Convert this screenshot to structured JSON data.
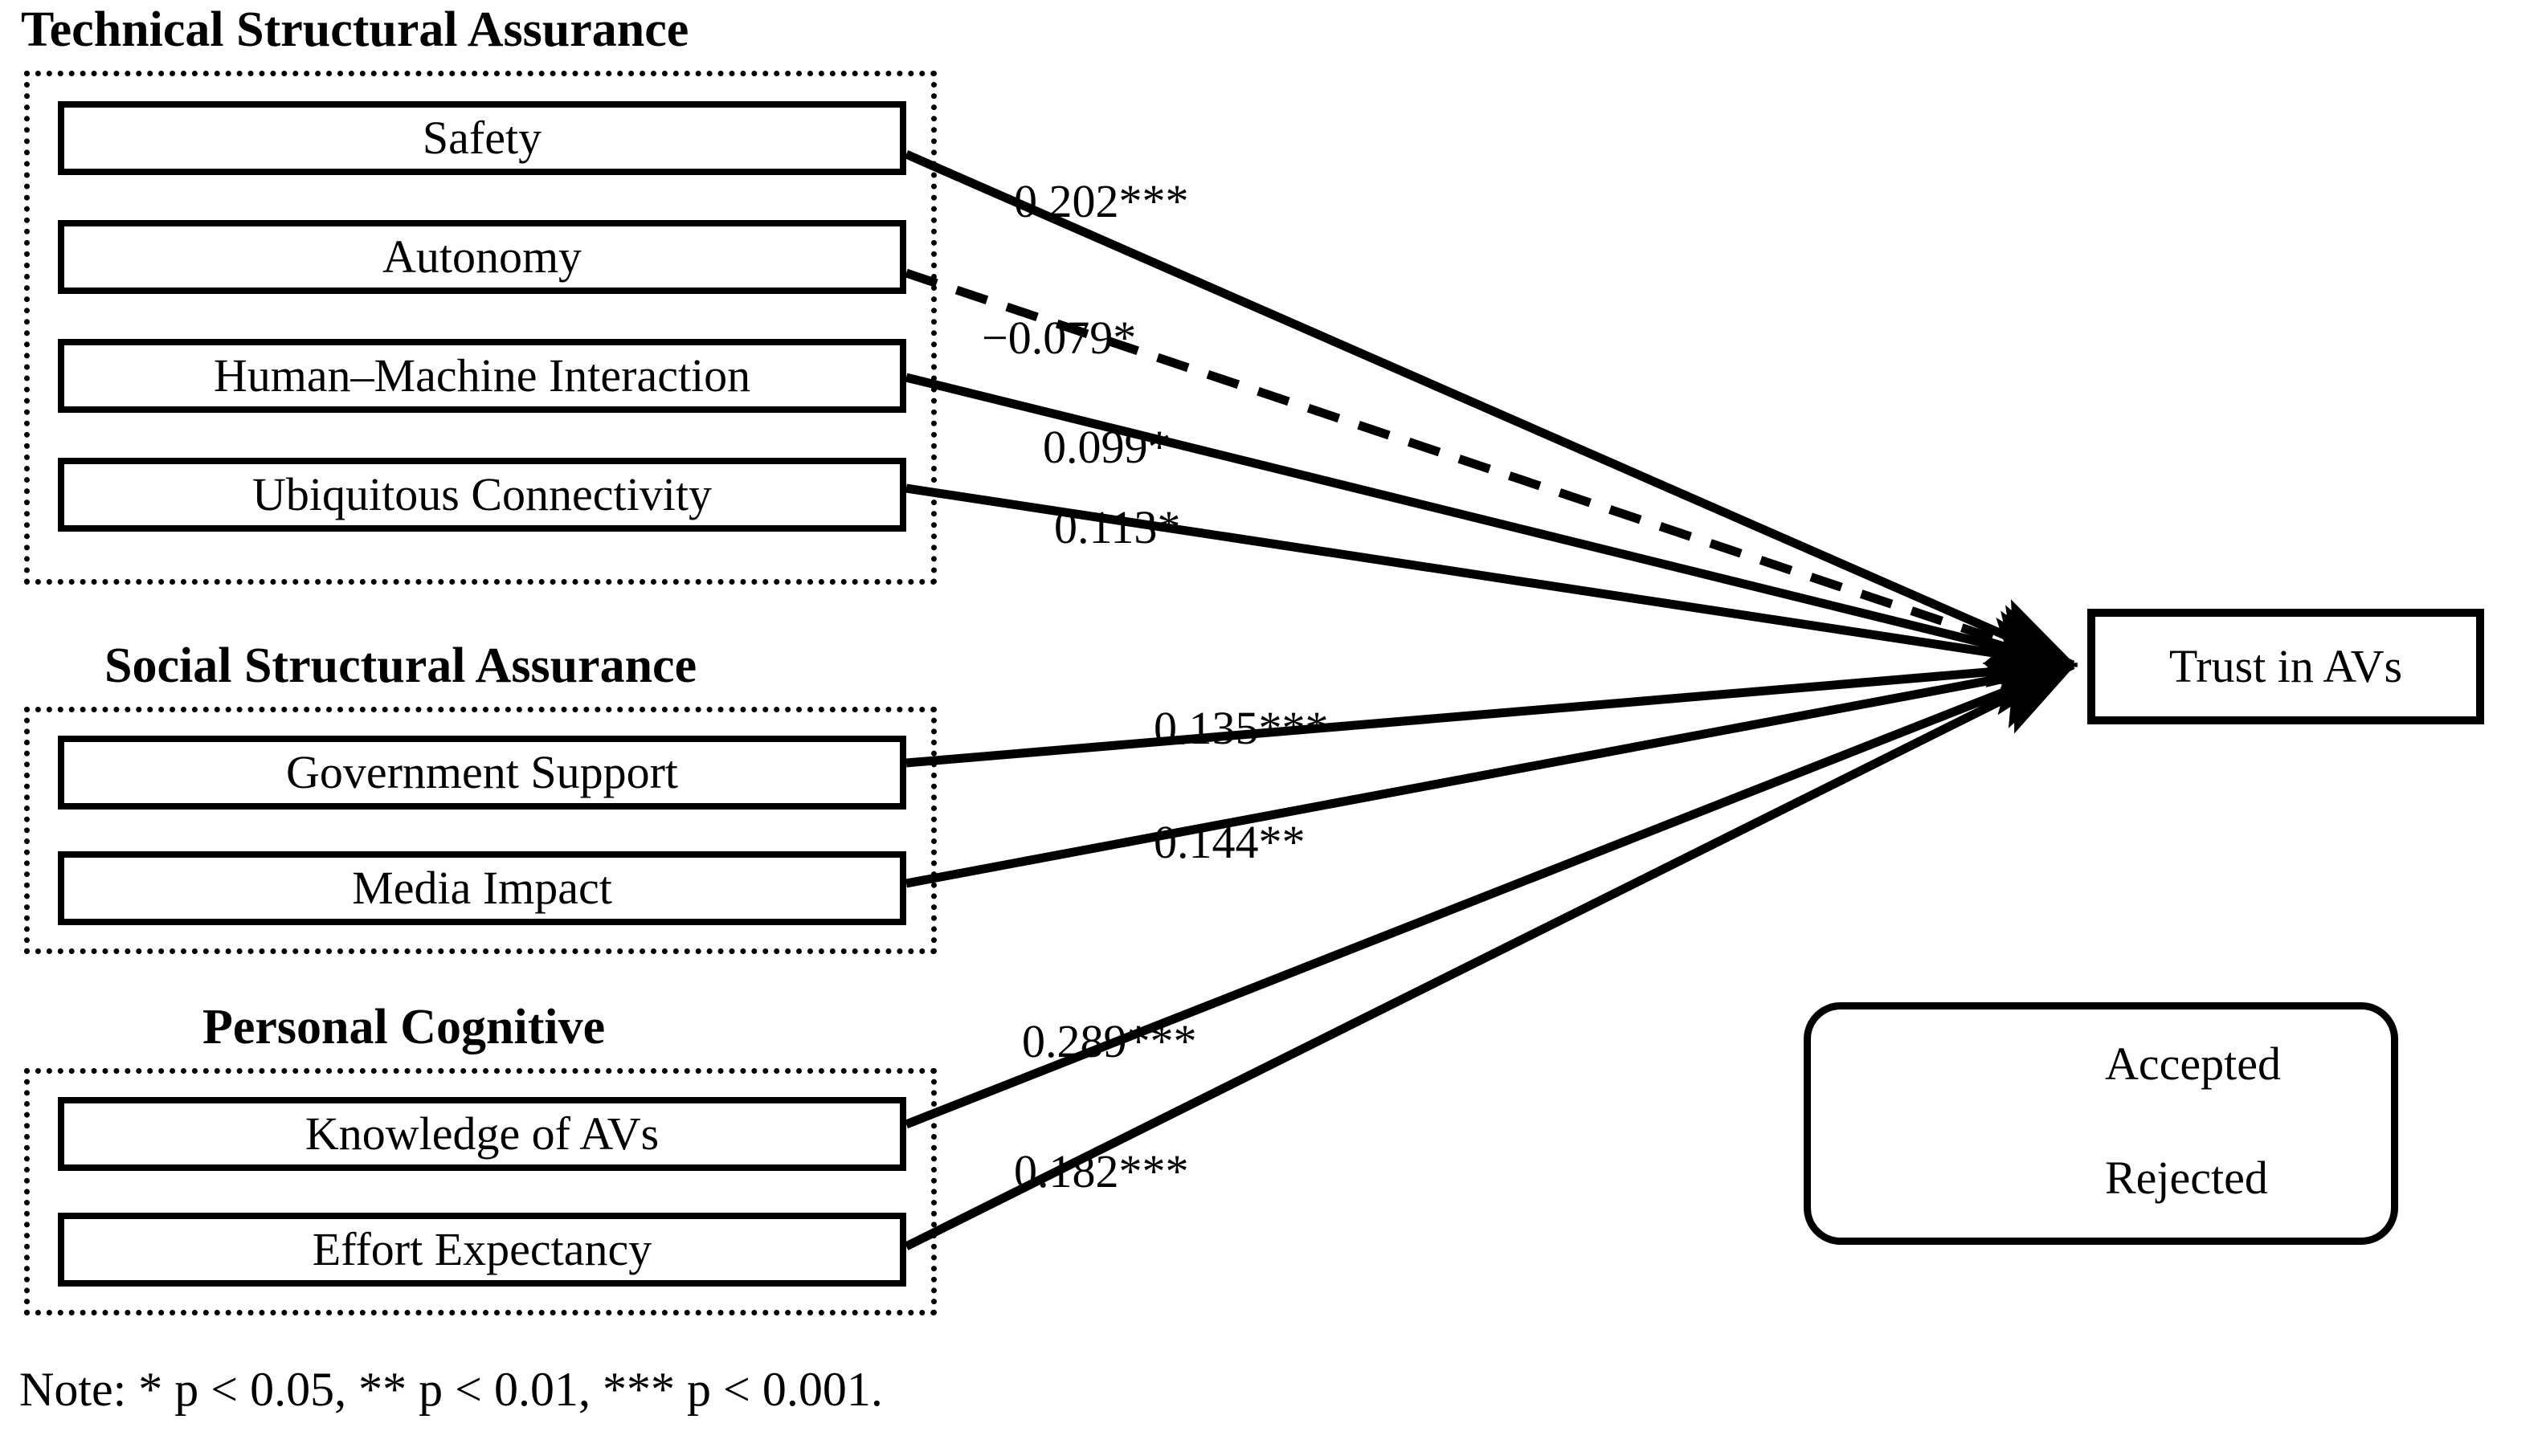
{
  "diagram": {
    "title_note": "Note: * p < 0.05, ** p < 0.01, *** p < 0.001.",
    "outcome": {
      "label": "Trust in AVs"
    },
    "groups": [
      {
        "id": "technical-structural-assurance",
        "title": "Technical Structural Assurance",
        "constructs": [
          {
            "id": "safety",
            "label": "Safety"
          },
          {
            "id": "autonomy",
            "label": "Autonomy"
          },
          {
            "id": "human-machine-interaction",
            "label": "Human–Machine Interaction"
          },
          {
            "id": "ubiquitous-connectivity",
            "label": "Ubiquitous Connectivity"
          }
        ]
      },
      {
        "id": "social-structural-assurance",
        "title": "Social Structural Assurance",
        "constructs": [
          {
            "id": "government-support",
            "label": "Government Support"
          },
          {
            "id": "media-impact",
            "label": "Media Impact"
          }
        ]
      },
      {
        "id": "personal-cognitive",
        "title": "Personal Cognitive",
        "constructs": [
          {
            "id": "knowledge-of-avs",
            "label": "Knowledge of AVs"
          },
          {
            "id": "effort-expectancy",
            "label": "Effort Expectancy"
          }
        ]
      }
    ],
    "paths": [
      {
        "from": "safety",
        "to": "trust-in-avs",
        "label": "0.202***",
        "coefficient": 0.202,
        "significance": "***",
        "status": "Accepted",
        "style": "solid"
      },
      {
        "from": "autonomy",
        "to": "trust-in-avs",
        "label": "−0.079*",
        "coefficient": -0.079,
        "significance": "*",
        "status": "Rejected",
        "style": "dashed"
      },
      {
        "from": "human-machine-interaction",
        "to": "trust-in-avs",
        "label": "0.099*",
        "coefficient": 0.099,
        "significance": "*",
        "status": "Accepted",
        "style": "solid"
      },
      {
        "from": "ubiquitous-connectivity",
        "to": "trust-in-avs",
        "label": "0.113*",
        "coefficient": 0.113,
        "significance": "*",
        "status": "Accepted",
        "style": "solid"
      },
      {
        "from": "government-support",
        "to": "trust-in-avs",
        "label": "0.135***",
        "coefficient": 0.135,
        "significance": "***",
        "status": "Accepted",
        "style": "solid"
      },
      {
        "from": "media-impact",
        "to": "trust-in-avs",
        "label": "0.144**",
        "coefficient": 0.144,
        "significance": "**",
        "status": "Accepted",
        "style": "solid"
      },
      {
        "from": "knowledge-of-avs",
        "to": "trust-in-avs",
        "label": "0.289***",
        "coefficient": 0.289,
        "significance": "***",
        "status": "Accepted",
        "style": "solid"
      },
      {
        "from": "effort-expectancy",
        "to": "trust-in-avs",
        "label": "0.182***",
        "coefficient": 0.182,
        "significance": "***",
        "status": "Accepted",
        "style": "solid"
      }
    ],
    "legend": {
      "items": [
        {
          "id": "accepted",
          "label": "Accepted",
          "style": "solid"
        },
        {
          "id": "rejected",
          "label": "Rejected",
          "style": "dashed"
        }
      ]
    },
    "colors": {
      "ink": "#000000",
      "paper": "#ffffff"
    }
  }
}
